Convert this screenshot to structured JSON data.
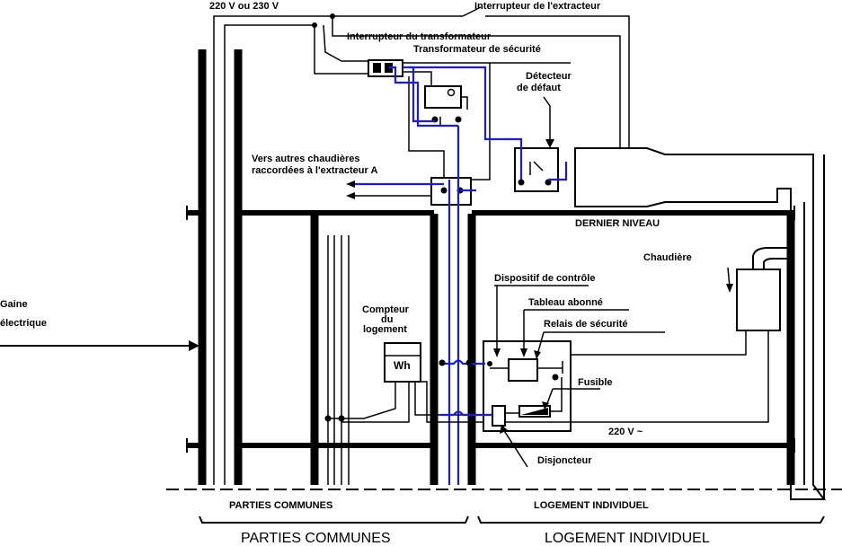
{
  "labels": {
    "supply": "220 V ou 230 V",
    "extractor_switch": "Interrupteur de l'extracteur",
    "transformer_switch": "Interrupteur du transformateur",
    "safety_transformer": "Transformateur de sécurité",
    "fault_detector_1": "Détecteur",
    "fault_detector_2": "de défaut",
    "other_boilers_1": "Vers autres chaudières",
    "other_boilers_2": "raccordées à l'extracteur A",
    "top_level": "DERNIER NIVEAU",
    "boiler": "Chaudière",
    "control_device": "Dispositif de contrôle",
    "subscriber_panel": "Tableau abonné",
    "safety_relay": "Relais de sécurité",
    "fuse": "Fusible",
    "voltage": "220 V ~",
    "breaker": "Disjoncteur",
    "meter_1": "Compteur",
    "meter_2": "du",
    "meter_3": "logement",
    "meter_unit": "Wh",
    "shaft_1": "Gaine",
    "shaft_2": "électrique",
    "common_parts_small": "PARTIES COMMUNES",
    "individual_small": "LOGEMENT INDIVIDUEL",
    "common_parts_big": "PARTIES COMMUNES",
    "individual_big": "LOGEMENT INDIVIDUEL"
  },
  "colors": {
    "line": "#000000",
    "control_wire": "#1a1ae6",
    "background": "#ffffff"
  }
}
